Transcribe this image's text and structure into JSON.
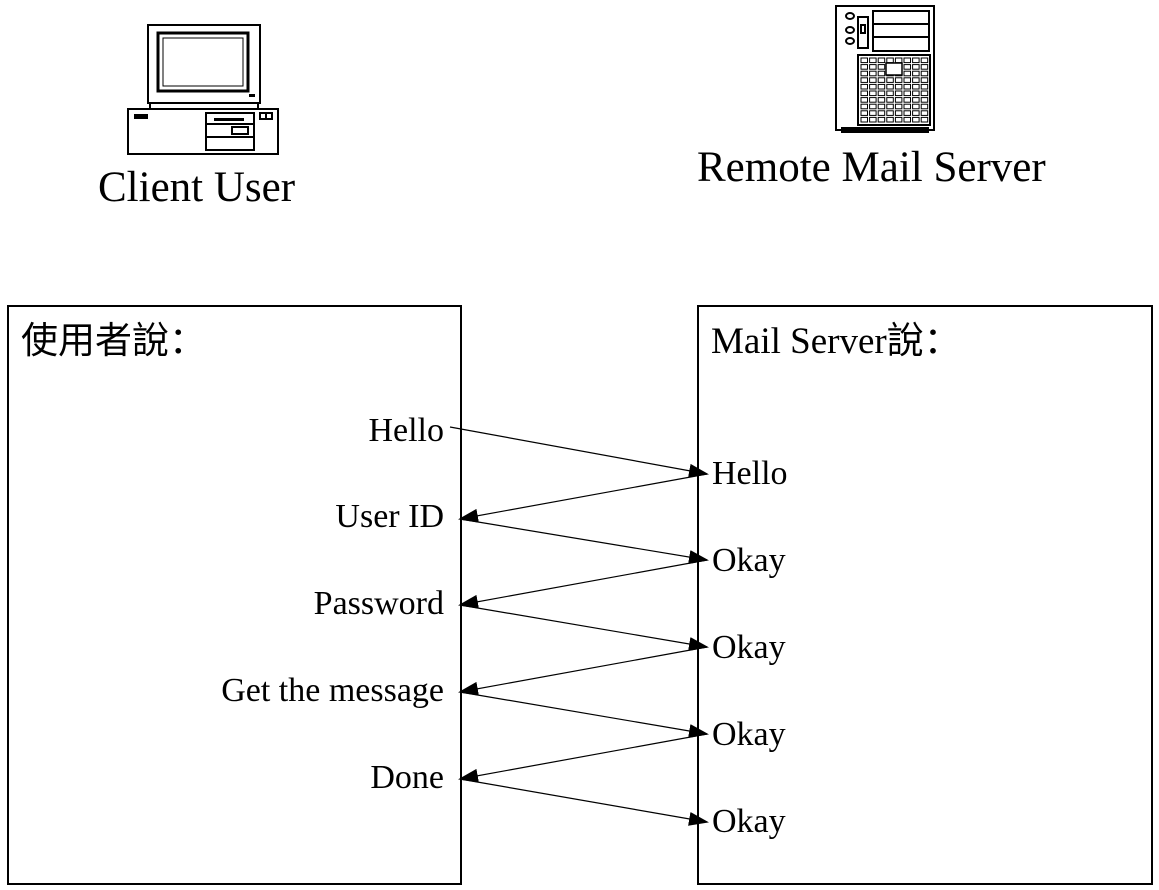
{
  "client": {
    "caption": "Client User",
    "panel_title": "使用者說：",
    "messages": [
      "Hello",
      "User ID",
      "Password",
      "Get the message",
      "Done"
    ]
  },
  "server": {
    "caption": "Remote Mail Server",
    "panel_title": "Mail Server說：",
    "messages": [
      "Hello",
      "Okay",
      "Okay",
      "Okay",
      "Okay"
    ]
  },
  "icons": {
    "client": "desktop-computer-icon",
    "server": "tower-server-icon"
  },
  "colors": {
    "line": "#000000",
    "background": "#ffffff"
  }
}
